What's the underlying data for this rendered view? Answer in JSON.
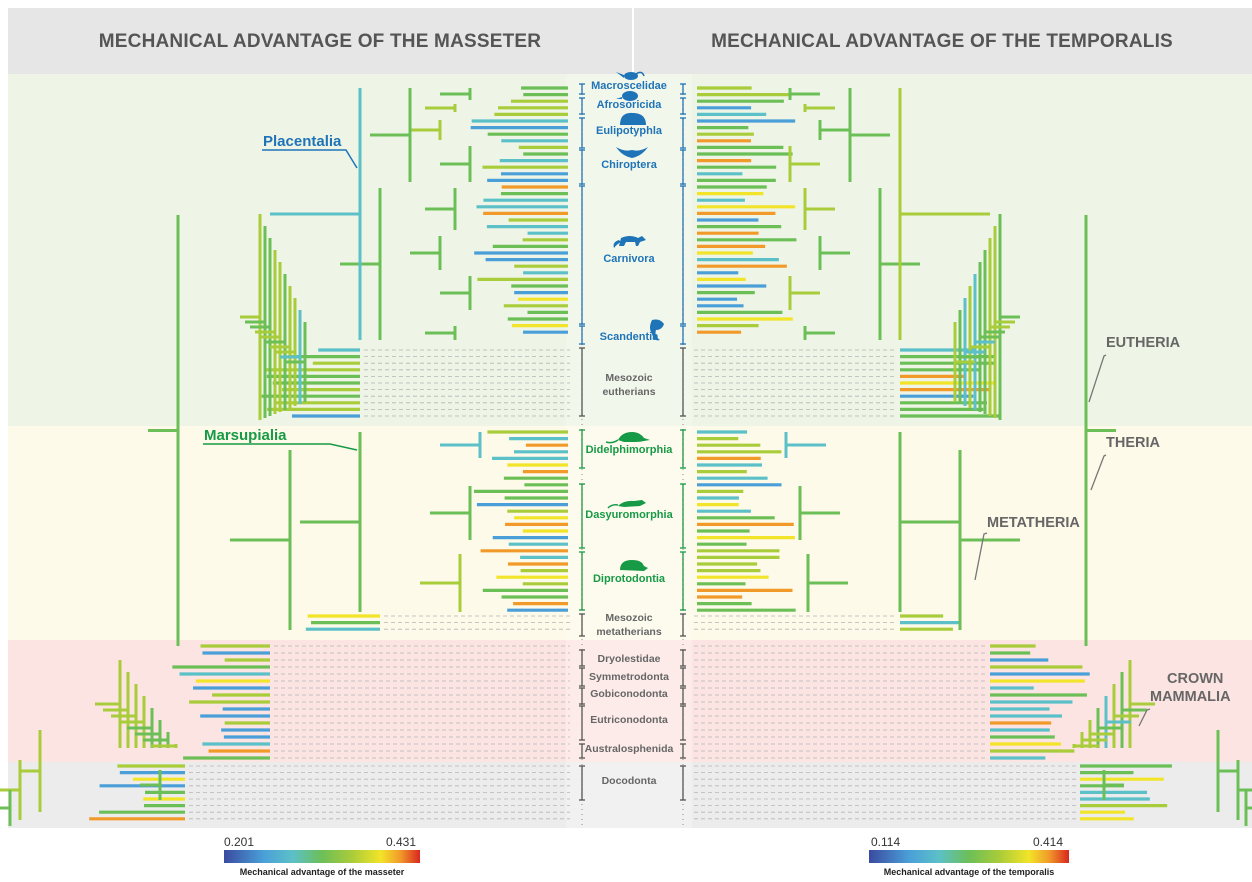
{
  "headers": {
    "left": "MECHANICAL ADVANTAGE OF THE MASSETER",
    "right": "MECHANICAL ADVANTAGE OF THE TEMPORALIS"
  },
  "colors": {
    "placental": "#1f74b8",
    "marsupial": "#179a45",
    "fossil": "#6b6b6b",
    "band_placentalia": "#eef5e6",
    "band_marsupialia": "#fdfae9",
    "band_stem": "#fbe4e2",
    "band_docodonta": "#ececec",
    "header": "#e6e6e6",
    "gradient": [
      "#3a4aa0",
      "#4a9fd8",
      "#5cc0c8",
      "#6cbf57",
      "#a8cc3a",
      "#f2e428",
      "#f19a2a",
      "#d9271e"
    ]
  },
  "clades": {
    "placentalia": [
      {
        "name": "Macroscelidae",
        "icon": "elephant-shrew-icon"
      },
      {
        "name": "Afrosoricida",
        "icon": "tenrec-icon"
      },
      {
        "name": "Eulipotyphla",
        "icon": "hedgehog-icon"
      },
      {
        "name": "Chiroptera",
        "icon": "bat-icon"
      },
      {
        "name": "Carnivora",
        "icon": "fox-icon"
      },
      {
        "name": "Scandentia",
        "icon": "treeshrew-icon"
      }
    ],
    "mesozoic_eutherians": [
      "Mesozoic",
      "eutherians"
    ],
    "marsupialia": [
      {
        "name": "Didelphimorphia",
        "icon": "opossum-icon"
      },
      {
        "name": "Dasyuromorphia",
        "icon": "dasyurid-icon"
      },
      {
        "name": "Diprotodontia",
        "icon": "wombat-icon"
      }
    ],
    "mesozoic_metatherians": [
      "Mesozoic",
      "metatherians"
    ],
    "stem": [
      "Dryolestidae",
      "Symmetrodonta",
      "Gobiconodonta",
      "Eutriconodonta",
      "Australosphenida",
      "Docodonta"
    ]
  },
  "group_labels": {
    "placentalia": "Placentalia",
    "marsupialia": "Marsupialia"
  },
  "node_labels": {
    "eutheria": "EUTHERIA",
    "theria": "THERIA",
    "metatheria": "METATHERIA",
    "crown_mammalia": [
      "CROWN",
      "MAMMALIA"
    ]
  },
  "colorbars": {
    "masseter": {
      "min": "0.201",
      "max": "0.431",
      "title": "Mechanical advantage of the masseter"
    },
    "temporalis": {
      "min": "0.114",
      "max": "0.414",
      "title": "Mechanical advantage of the temporalis"
    }
  }
}
